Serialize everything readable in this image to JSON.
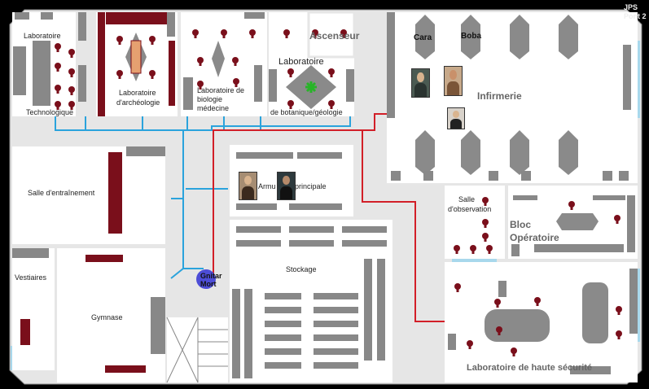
{
  "header": {
    "line1": "JPS",
    "line2": "Pont 2"
  },
  "rooms": {
    "lab_techno_1": "Laboratoire",
    "lab_techno_2": "Technologique",
    "lab_archeo_1": "Laboratoire",
    "lab_archeo_2": "d'archéologie",
    "lab_bio_1": "Laboratoire de",
    "lab_bio_2": "biologie",
    "lab_bio_3": "médecine",
    "ascenseur": "Ascenseur",
    "lab_bota_1": "Laboratoire",
    "lab_bota_2": "de botanique/géologie",
    "infirmerie": "Infirmerie",
    "salle_entrainement": "Salle d'entraînement",
    "armurerie_1": "Armu",
    "armurerie_2": "principale",
    "vestiaires": "Vestiaires",
    "gymnase": "Gymnase",
    "stockage": "Stockage",
    "salle_obs_1": "Salle",
    "salle_obs_2": "d'observation",
    "bloc_1": "Bloc",
    "bloc_2": "Opératoire",
    "lab_haute_securite": "Laboratoire de haute sécurité"
  },
  "characters": {
    "cara": "Cara",
    "boba": "Boba",
    "gnitar_1": "Gnitar",
    "gnitar_2": "Mort"
  },
  "colors": {
    "wall": "#e6e6e6",
    "floor": "#ffffff",
    "furniture": "#8a8a8a",
    "seat": "#7a0f1b",
    "blue_path": "#2aa3dc",
    "red_path": "#d21f28",
    "token": "#4d4dd6",
    "plant": "#28b428"
  }
}
